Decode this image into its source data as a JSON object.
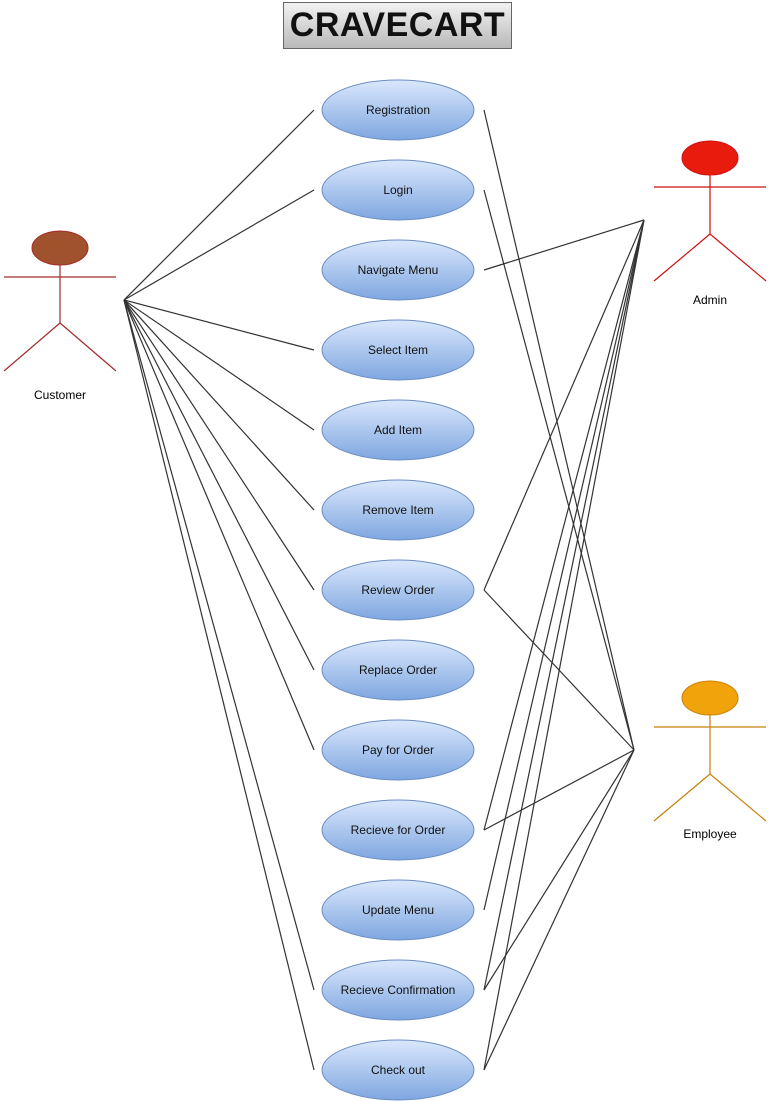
{
  "title": "CRAVECART",
  "actors": [
    {
      "id": "customer",
      "label": "Customer",
      "head_color": "#a0522d",
      "line_color": "#a52a2a"
    },
    {
      "id": "admin",
      "label": "Admin",
      "head_color": "#e81c0c",
      "line_color": "#cc1111"
    },
    {
      "id": "employee",
      "label": "Employee",
      "head_color": "#f0a30a",
      "line_color": "#c8800a"
    }
  ],
  "use_cases": [
    {
      "id": "registration",
      "label": "Registration"
    },
    {
      "id": "login",
      "label": "Login"
    },
    {
      "id": "navigate-menu",
      "label": "Navigate Menu"
    },
    {
      "id": "select-item",
      "label": "Select Item"
    },
    {
      "id": "add-item",
      "label": "Add Item"
    },
    {
      "id": "remove-item",
      "label": "Remove Item"
    },
    {
      "id": "review-order",
      "label": "Review Order"
    },
    {
      "id": "replace-order",
      "label": "Replace Order"
    },
    {
      "id": "pay-for-order",
      "label": "Pay for Order"
    },
    {
      "id": "recieve-for-order",
      "label": "Recieve for Order"
    },
    {
      "id": "update-menu",
      "label": "Update Menu"
    },
    {
      "id": "recieve-confirmation",
      "label": "Recieve Confirmation"
    },
    {
      "id": "check-out",
      "label": "Check out"
    }
  ],
  "associations": {
    "customer": [
      "registration",
      "login",
      "select-item",
      "add-item",
      "remove-item",
      "review-order",
      "replace-order",
      "pay-for-order",
      "recieve-confirmation",
      "check-out"
    ],
    "admin": [
      "navigate-menu",
      "review-order",
      "recieve-for-order",
      "update-menu",
      "recieve-confirmation",
      "check-out"
    ],
    "employee": [
      "registration",
      "login",
      "review-order",
      "recieve-for-order",
      "recieve-confirmation",
      "check-out"
    ]
  },
  "colors": {
    "use_case_fill_top": "#dae8fc",
    "use_case_fill_bottom": "#7ea6e0",
    "use_case_stroke": "#6c8ebf",
    "line": "#333333"
  }
}
